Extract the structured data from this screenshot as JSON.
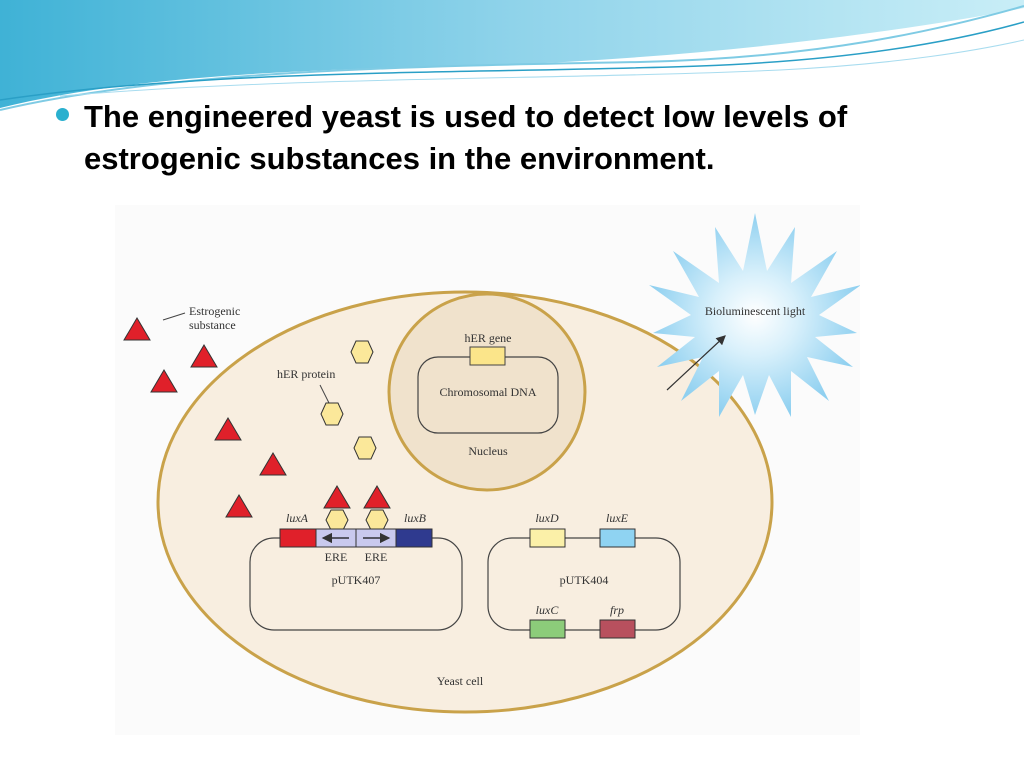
{
  "slide": {
    "bullet_text": "The engineered yeast is used to detect low levels of estrogenic substances in the environment."
  },
  "diagram": {
    "labels": {
      "estrogenic_line1": "Estrogenic",
      "estrogenic_line2": "substance",
      "her_protein": "hER protein",
      "her_gene": "hER gene",
      "chromosomal_dna": "Chromosomal DNA",
      "nucleus": "Nucleus",
      "bioluminescent": "Bioluminescent light",
      "luxA": "luxA",
      "luxB": "luxB",
      "ere_left": "ERE",
      "ere_right": "ERE",
      "putk407": "pUTK407",
      "luxD": "luxD",
      "luxE": "luxE",
      "putk404": "pUTK404",
      "luxC": "luxC",
      "frp": "frp",
      "yeast_cell": "Yeast cell"
    },
    "colors": {
      "cell_fill": "#f8eee0",
      "cell_border": "#c9a24a",
      "nucleus_fill": "#f0e2cc",
      "triangle": "#e0202a",
      "hexagon": "#fbe89a",
      "luxA": "#e0202a",
      "luxB": "#2f3a8f",
      "ere": "#c9c9ee",
      "luxD": "#fbf0a8",
      "luxE": "#8fd3f2",
      "luxC": "#8ccc7a",
      "frp": "#b8505e",
      "her_gene": "#fbe58a",
      "accent": "#2ab0cf"
    }
  }
}
